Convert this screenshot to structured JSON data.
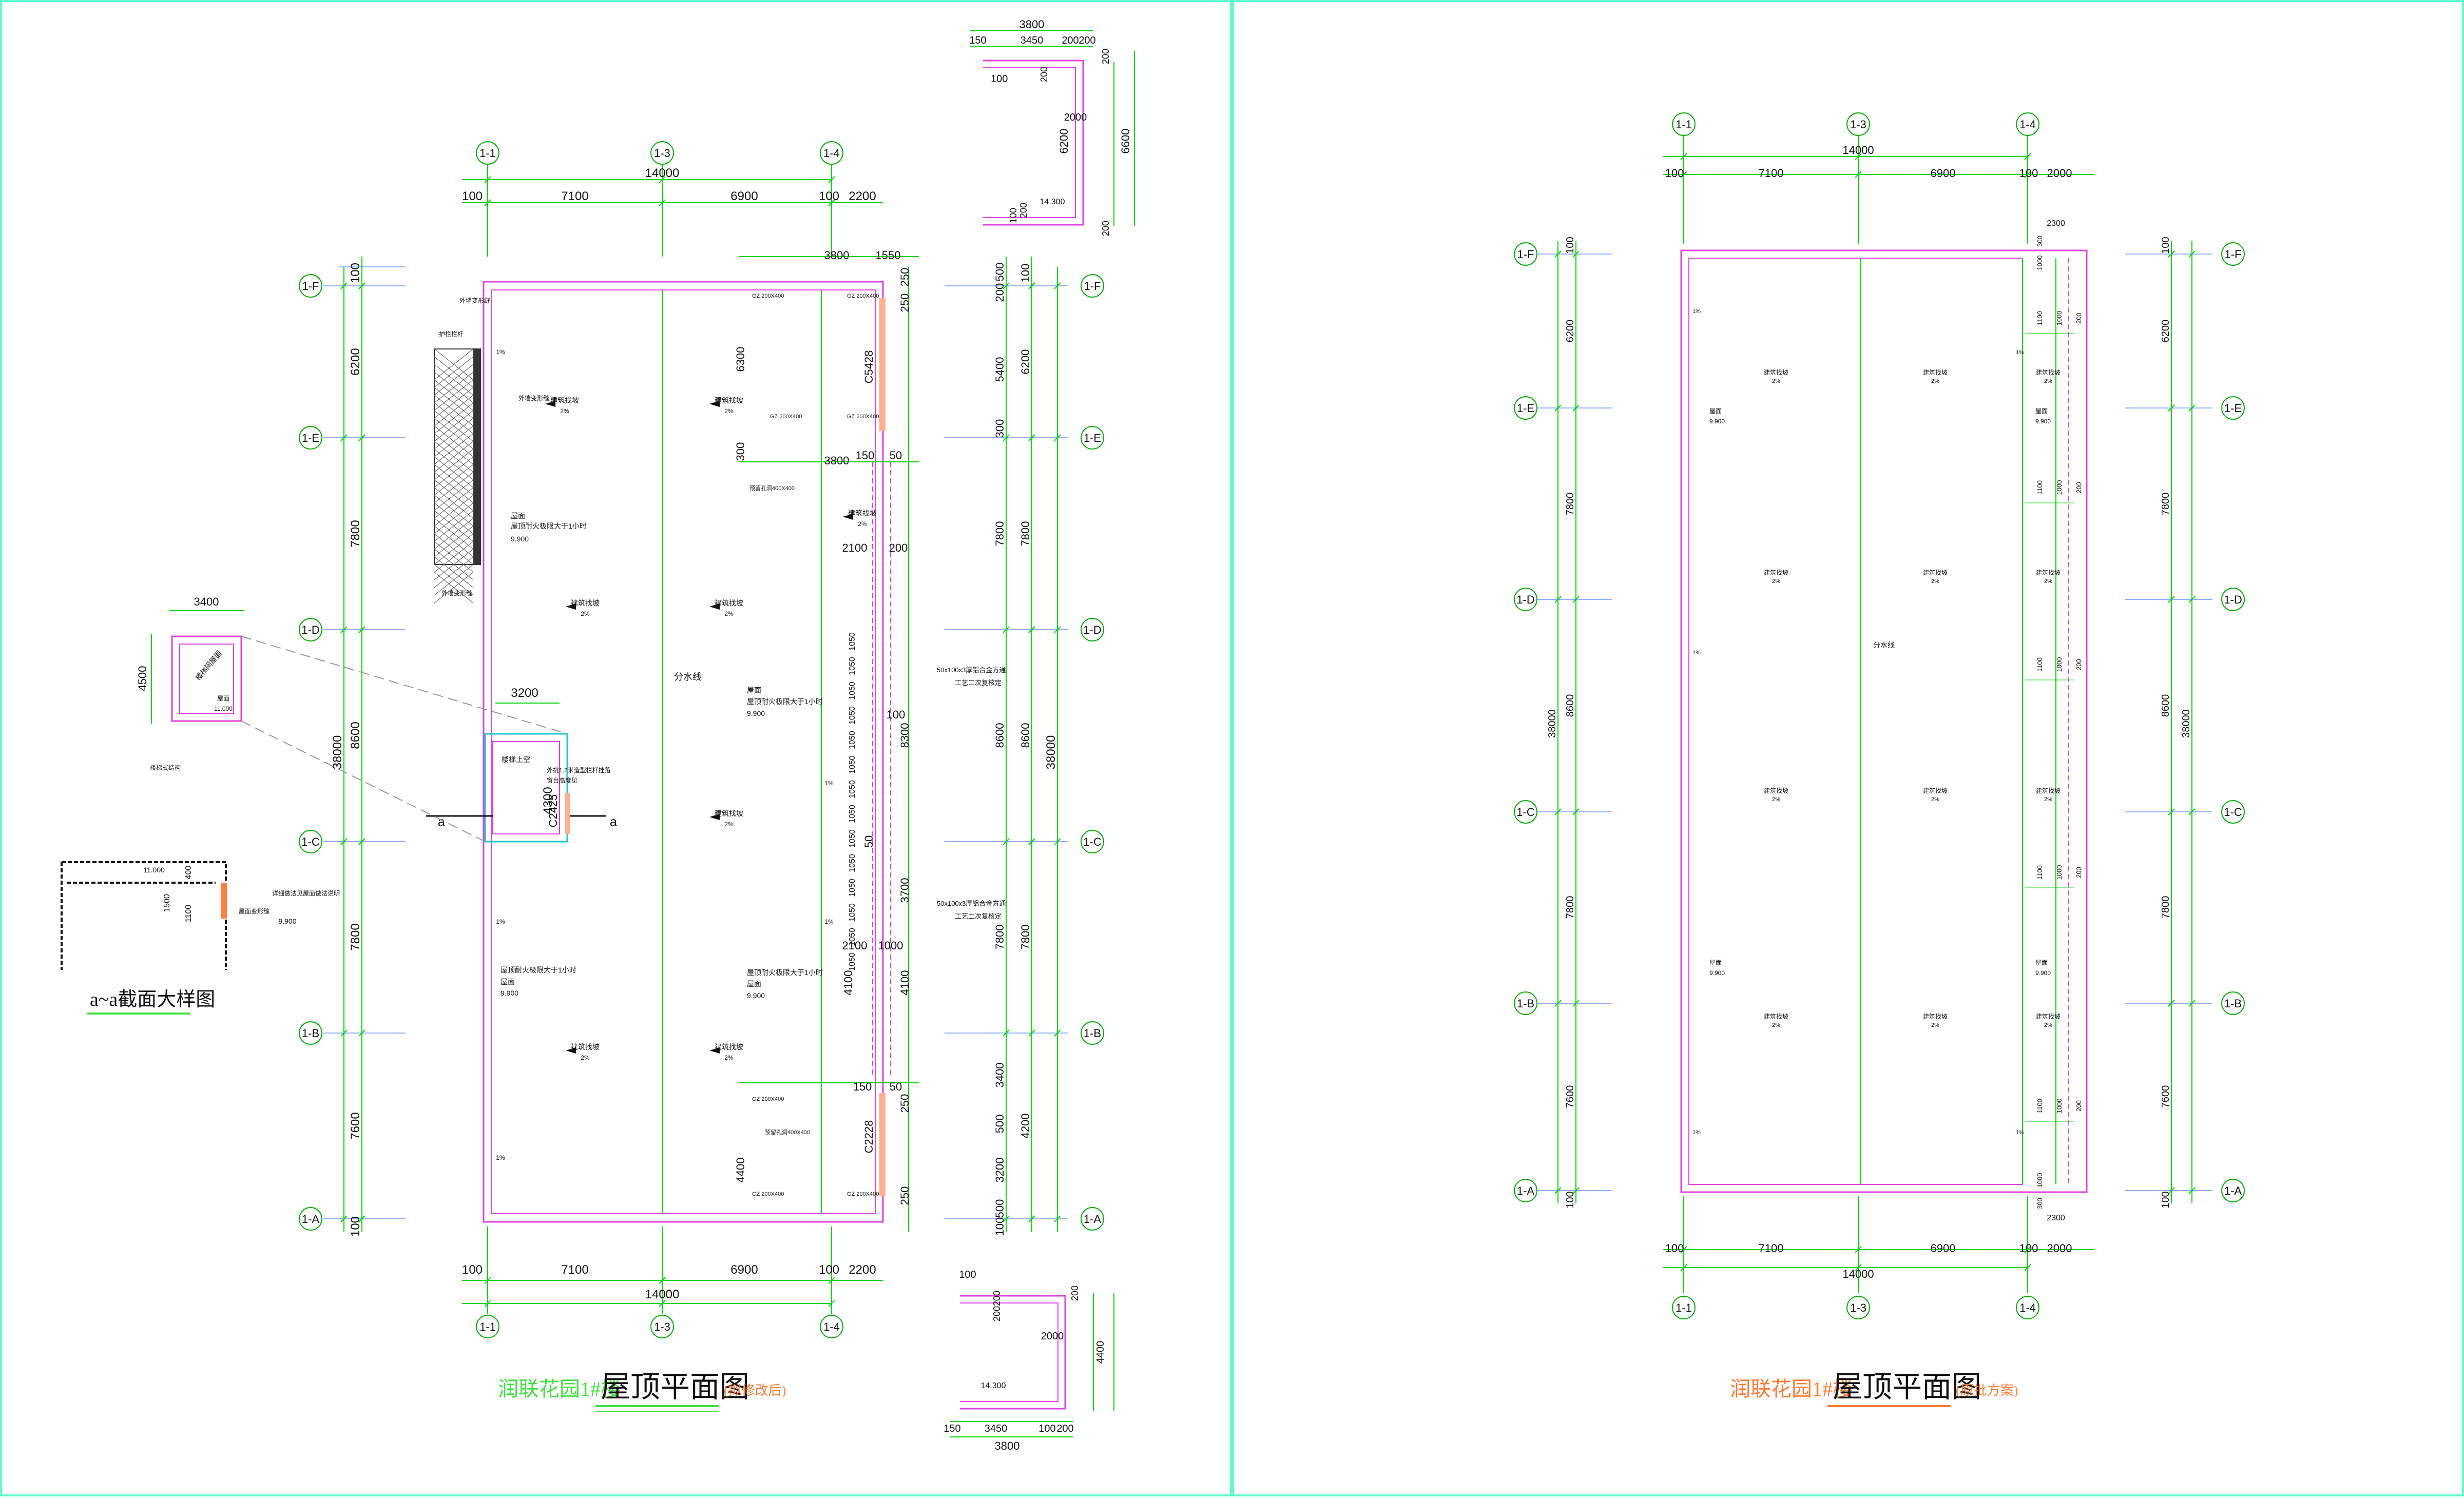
{
  "colors": {
    "dim": "#00d400",
    "wall": "#e040e0",
    "grid_blue": "#2060ff",
    "axis_circle": "#00b000",
    "text": "#111111",
    "orange": "#ff8040",
    "cyan": "#20c8d0",
    "title_left": "#40e040",
    "title_right": "#ff7a30",
    "frame": "#60ffd0"
  },
  "left_plan": {
    "top_axes": [
      "1-1",
      "1-3",
      "1-4"
    ],
    "bottom_axes": [
      "1-1",
      "1-3",
      "1-4"
    ],
    "left_axes": [
      "1-F",
      "1-E",
      "1-D",
      "1-C",
      "1-B",
      "1-A"
    ],
    "right_axes": [
      "1-F",
      "1-E",
      "1-D",
      "1-C",
      "1-B",
      "1-A"
    ],
    "top_dims": [
      "100",
      "7100",
      "6900",
      "100",
      "2200"
    ],
    "top_total": "14000",
    "bottom_dims": [
      "100",
      "7100",
      "6900",
      "100",
      "2200"
    ],
    "bottom_total": "14000",
    "left_dims": [
      "100",
      "6200",
      "7800",
      "8600",
      "7800",
      "7600",
      "100"
    ],
    "left_total": "38000",
    "right_dims_inner": [
      "500",
      "200",
      "5400",
      "300",
      "7800",
      "8600",
      "7800",
      "3400",
      "500",
      "3200",
      "500",
      "100"
    ],
    "right_dims_outer": [
      "100",
      "6200",
      "7800",
      "8600",
      "7800",
      "4200"
    ],
    "right_total": "38000",
    "mid_dims": [
      "3800",
      "1550",
      "250",
      "250",
      "3800",
      "150",
      "50",
      "2100",
      "200",
      "6300",
      "300",
      "100",
      "8300",
      "3700",
      "50",
      "2100",
      "1000",
      "4100",
      "4100",
      "4400",
      "150",
      "50",
      "250",
      "250"
    ],
    "labels": {
      "roof_slope": "建筑找坡",
      "slope_pct": "2%",
      "pct1": "1%",
      "divide_line": "分水线",
      "roof": "屋面",
      "fire_note": "屋顶耐火极限大于1小时",
      "elev": "9.900",
      "stair": "楼梯上空",
      "window_a": "C5428",
      "window_b": "C2425",
      "window_c": "C2228",
      "pipe_note": "50x100x3厚铝合金方通",
      "pipe_note2": "工艺二次复核定",
      "outer_wall": "外墙变形缝",
      "guard": "护栏栏杆",
      "gz": "GZ 200X400",
      "hole": "预留孔洞400X400",
      "section_mark": "a",
      "dim_3200": "3200",
      "dim_4300": "4300",
      "side_note": "外挑1.2米造型栏杆挂落",
      "side_note2": "窗台高度见"
    },
    "title_prefix": "润联花园1#楼",
    "title_main": "屋顶平面图",
    "title_suffix": "(拟修改后)"
  },
  "top_detail": {
    "dims": [
      "3800",
      "150",
      "3450",
      "200",
      "200",
      "100",
      "200",
      "200",
      "2000",
      "6200",
      "6600",
      "100",
      "200",
      "200",
      "14.300"
    ]
  },
  "bottom_detail": {
    "dims": [
      "100",
      "200",
      "200",
      "2000",
      "4400",
      "200",
      "14.300",
      "150",
      "3450",
      "100",
      "200",
      "3800"
    ]
  },
  "stair_detail": {
    "w": "3400",
    "h": "4500",
    "note": "楼梯间屋面",
    "roof": "屋面",
    "elev": "11.000",
    "left_note": "楼梯式结构"
  },
  "section": {
    "title": "a~a截面大样图",
    "elev1": "11.000",
    "elev2": "9.900",
    "d1": "400",
    "d2": "1500",
    "d3": "1100",
    "note": "详细做法见屋面做法说明",
    "note2": "屋面变形缝"
  },
  "right_plan": {
    "top_axes": [
      "1-1",
      "1-3",
      "1-4"
    ],
    "bottom_axes": [
      "1-1",
      "1-3",
      "1-4"
    ],
    "left_axes": [
      "1-F",
      "1-E",
      "1-D",
      "1-C",
      "1-B",
      "1-A"
    ],
    "right_axes": [
      "1-F",
      "1-E",
      "1-D",
      "1-C",
      "1-B",
      "1-A"
    ],
    "top_dims": [
      "100",
      "7100",
      "6900",
      "100",
      "2000"
    ],
    "top_total": "14000",
    "top_sub": "2300",
    "bottom_dims": [
      "100",
      "7100",
      "6900",
      "100",
      "2000"
    ],
    "bottom_total": "14000",
    "bottom_sub": "2300",
    "left_dims": [
      "100",
      "6200",
      "7800",
      "8600",
      "7800",
      "7600",
      "100"
    ],
    "left_total": "38000",
    "strip_dims": [
      "1100",
      "1000",
      "200"
    ],
    "end_dims": [
      "1000",
      "300"
    ],
    "labels": {
      "roof_slope": "建筑找坡",
      "slope_pct": "2%",
      "pct1": "1%",
      "divide_line": "分水线",
      "roof": "屋面",
      "elev": "9.900"
    },
    "title_prefix": "润联花园1#楼",
    "title_main": "屋顶平面图",
    "title_suffix": "(原批方案)"
  }
}
